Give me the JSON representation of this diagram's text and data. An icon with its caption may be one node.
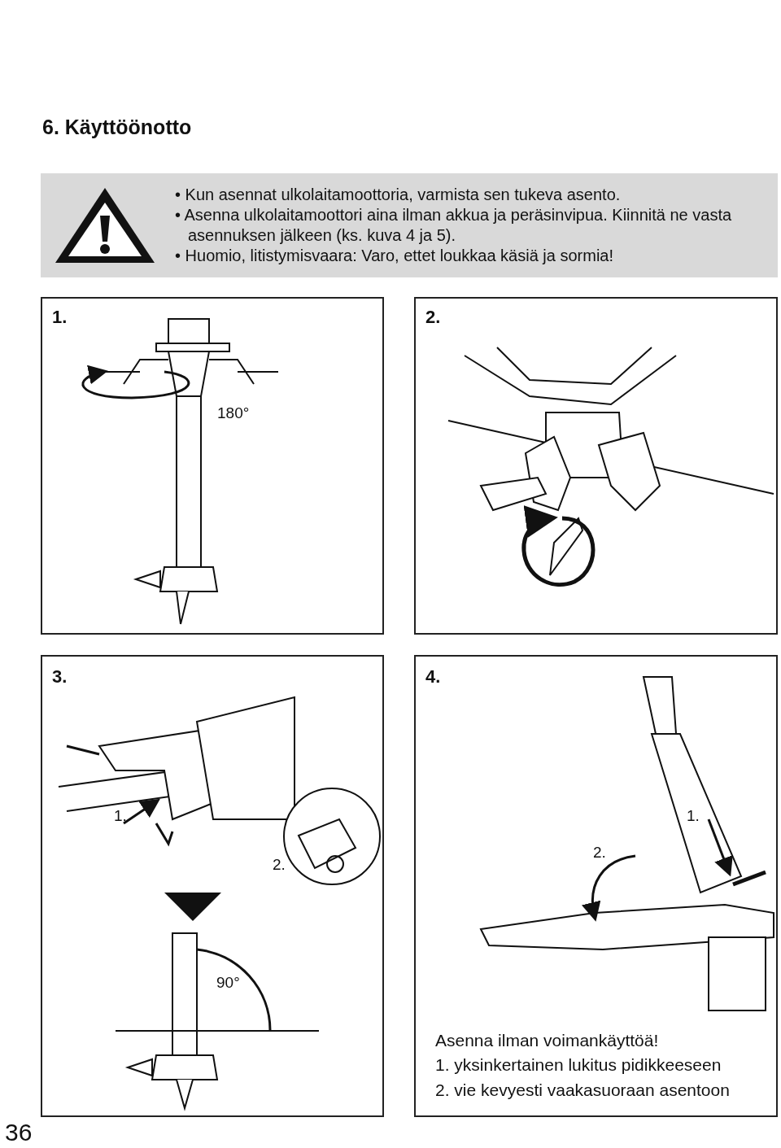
{
  "diagram": {
    "title": "6. Käyttöönotto",
    "nodes": [
      {
        "text": [
          "• Kun asennat ulkolaitamoottoria, varmista sen tukeva asento.",
          "• Asenna ulkolaitamoottori aina ilman akkua ja peräsinvipua. Kiinnitä ne vasta asennuksen jälkeen (ks. kuva 4 ja 5).",
          "• Huomio, litistymisvaara: Varo, ettet loukkaa käsiä ja sormia!"
        ]
      },
      {
        "text": [
          "1.",
          "180°"
        ]
      },
      {
        "text": [
          "2."
        ]
      },
      {
        "text": [
          "3.",
          "1.",
          "2.",
          "90°"
        ]
      },
      {
        "text": [
          "4.",
          "1.",
          "2.",
          "Asenna ilman voimankäyttöä!",
          "1. yksinkertainen lukitus pidikkeeseen",
          "2. vie kevyesti vaakasuoraan asentoon"
        ]
      }
    ],
    "edges": [],
    "labels": [
      "36"
    ]
  }
}
